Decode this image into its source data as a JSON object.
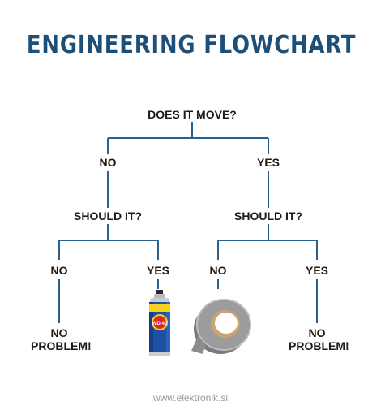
{
  "title": "ENGINEERING FLOWCHART",
  "nodes": {
    "root": "DOES IT MOVE?",
    "no": "NO",
    "yes": "YES",
    "should_left": "SHOULD IT?",
    "should_right": "SHOULD IT?",
    "ll_no": "NO",
    "ll_yes": "YES",
    "rr_no": "NO",
    "rr_yes": "YES",
    "no_problem_left": "NO PROBLEM!",
    "no_problem_right": "NO PROBLEM!"
  },
  "images": {
    "wd40_label": "WD-40",
    "wd40": "wd40-can",
    "tape": "duct-tape-roll"
  },
  "colors": {
    "title": "#1e4f79",
    "lines": "#2b5f8c",
    "text": "#1a1a1a"
  },
  "watermark": "www.elektronik.si"
}
